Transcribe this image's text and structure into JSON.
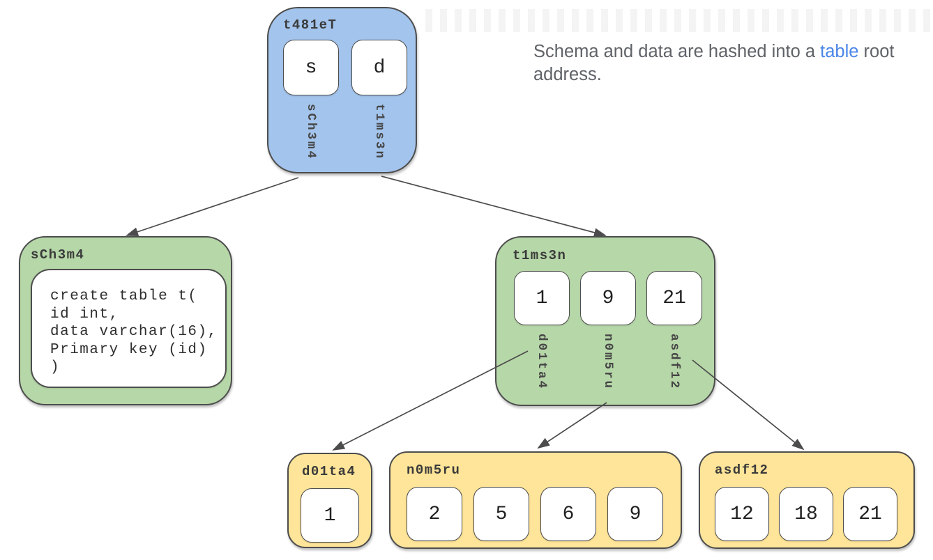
{
  "caption": {
    "prefix": "Schema and data are hashed into a ",
    "link": "table",
    "suffix": " root address."
  },
  "nodes": {
    "root": {
      "id": "t481eT",
      "cells": [
        {
          "label": "s",
          "child": "sCh3m4"
        },
        {
          "label": "d",
          "child": "t1ms3n"
        }
      ]
    },
    "schema": {
      "id": "sCh3m4",
      "sql": "create table t(\nid int,\ndata varchar(16),\nPrimary key (id)\n)"
    },
    "table": {
      "id": "t1ms3n",
      "cells": [
        {
          "label": "1",
          "child": "d01ta4"
        },
        {
          "label": "9",
          "child": "n0m5ru"
        },
        {
          "label": "21",
          "child": "asdf12"
        }
      ]
    },
    "leaf1": {
      "id": "d01ta4",
      "cells": [
        "1"
      ]
    },
    "leaf2": {
      "id": "n0m5ru",
      "cells": [
        "2",
        "5",
        "6",
        "9"
      ]
    },
    "leaf3": {
      "id": "asdf12",
      "cells": [
        "12",
        "18",
        "21"
      ]
    }
  },
  "colors": {
    "root_fill": "#a3c4ec",
    "branch_fill": "#b6d7a8",
    "leaf_fill": "#ffe599",
    "border": "#4d4d4d",
    "arrow": "#4c4c4c",
    "caption_text": "#5f6368",
    "caption_link": "#4a86e8"
  }
}
